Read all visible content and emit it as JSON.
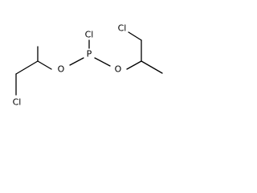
{
  "molecule": {
    "atoms": {
      "cl_top": "Cl",
      "p_center": "P",
      "o_left": "O",
      "o_right": "O",
      "cl_left_bottom": "Cl",
      "cl_right_top": "Cl"
    }
  },
  "colors": {
    "bond": "#000000",
    "text": "#000000",
    "background": "#ffffff"
  }
}
